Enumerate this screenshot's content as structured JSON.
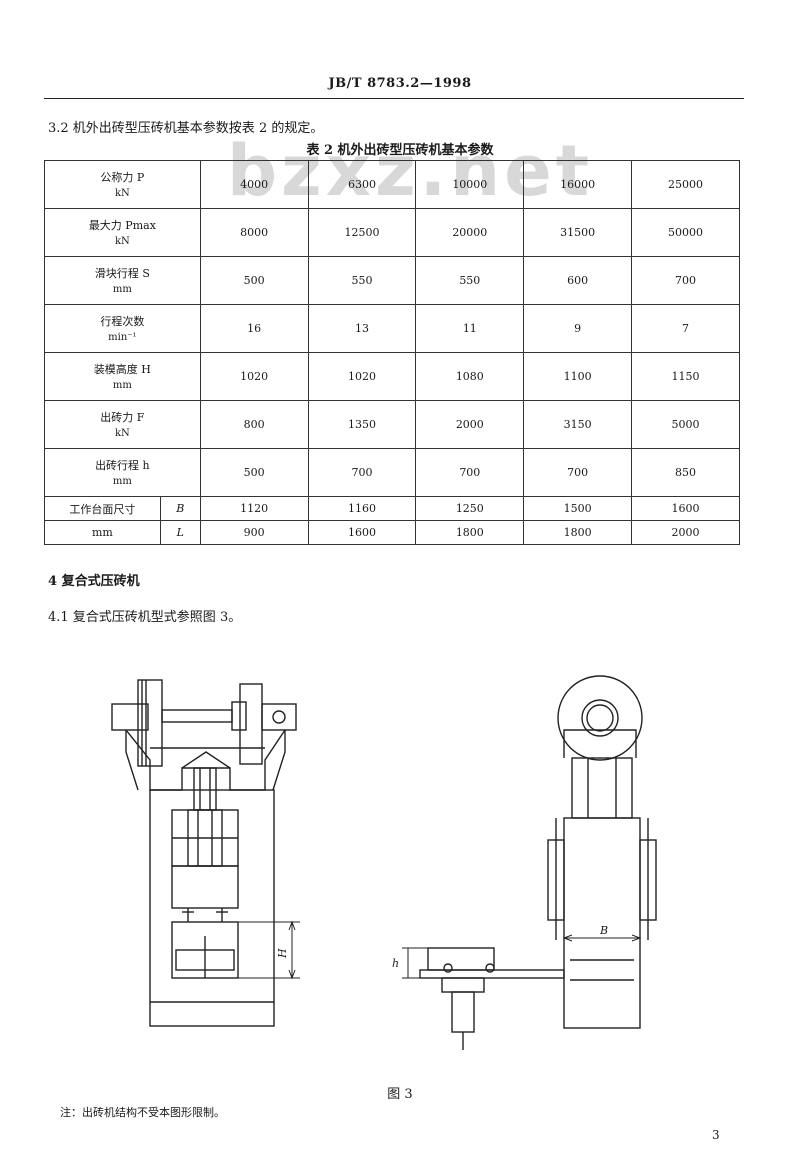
{
  "header": {
    "standard_no": "JB/T 8783.2—1998"
  },
  "section_3_2": {
    "text": "3.2  机外出砖型压砖机基本参数按表 2 的规定。"
  },
  "table2": {
    "caption": "表 2  机外出砖型压砖机基本参数",
    "rows": [
      {
        "name": "公称力 P",
        "unit": "kN",
        "values": [
          "4000",
          "6300",
          "10000",
          "16000",
          "25000"
        ]
      },
      {
        "name": "最大力 Pmax",
        "unit": "kN",
        "values": [
          "8000",
          "12500",
          "20000",
          "31500",
          "50000"
        ]
      },
      {
        "name": "滑块行程 S",
        "unit": "mm",
        "values": [
          "500",
          "550",
          "550",
          "600",
          "700"
        ]
      },
      {
        "name": "行程次数",
        "unit": "min⁻¹",
        "values": [
          "16",
          "13",
          "11",
          "9",
          "7"
        ]
      },
      {
        "name": "装模高度 H",
        "unit": "mm",
        "values": [
          "1020",
          "1020",
          "1080",
          "1100",
          "1150"
        ]
      },
      {
        "name": "出砖力 F",
        "unit": "kN",
        "values": [
          "800",
          "1350",
          "2000",
          "3150",
          "5000"
        ]
      },
      {
        "name": "出砖行程 h",
        "unit": "mm",
        "values": [
          "500",
          "700",
          "700",
          "700",
          "850"
        ]
      }
    ],
    "worktable": {
      "label": "工作台面尺寸",
      "unit": "mm",
      "b_label": "B",
      "l_label": "L",
      "b_values": [
        "1120",
        "1160",
        "1250",
        "1500",
        "1600"
      ],
      "l_values": [
        "900",
        "1600",
        "1800",
        "1800",
        "2000"
      ]
    }
  },
  "section_4": {
    "title": "4  复合式压砖机"
  },
  "section_4_1": {
    "text": "4.1  复合式压砖机型式参照图 3。"
  },
  "figure": {
    "caption": "图 3",
    "label_H": "H",
    "label_B": "B",
    "label_h": "h"
  },
  "note": {
    "text": "注：出砖机结构不受本图形限制。"
  },
  "watermark": {
    "text": "bzxz.net"
  },
  "page": {
    "number": "3"
  }
}
